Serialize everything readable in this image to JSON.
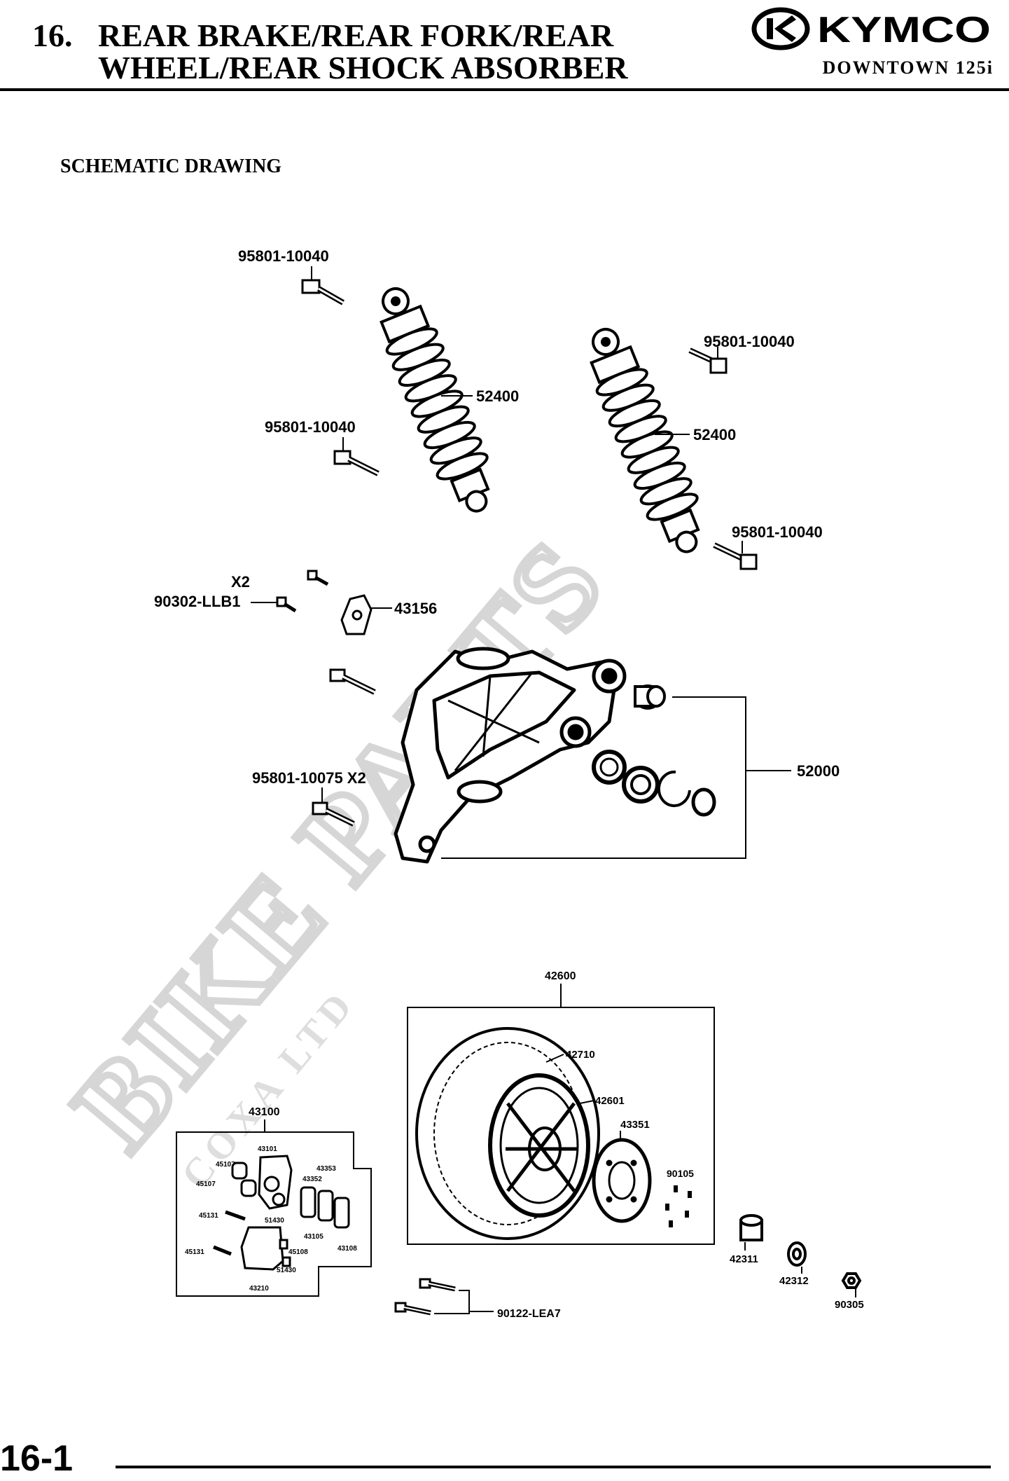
{
  "header": {
    "section_number": "16.",
    "title_line1": "REAR BRAKE/REAR FORK/REAR",
    "title_line2": "WHEEL/REAR SHOCK ABSORBER",
    "brand": "KYMCO",
    "model": "DOWNTOWN 125i"
  },
  "section_title": "SCHEMATIC DRAWING",
  "parts": {
    "bolt_top_left": "95801-10040",
    "shock_left": "52400",
    "bolt_mid_left": "95801-10040",
    "bolt_top_right": "95801-10040",
    "shock_right": "52400",
    "bolt_lower_right": "95801-10040",
    "bolt_qty_x2": "X2",
    "bolt_small": "90302-LLB1",
    "bracket": "43156",
    "fork_assembly": "52000",
    "bolt_fork": "95801-10075 X2",
    "wheel_assembly": "42600",
    "tire": "42710",
    "rim": "42601",
    "disc": "43351",
    "disc_bolts": "90105",
    "caliper_assembly": "43100",
    "caliper_body": "43101",
    "caliper_43353": "43353",
    "caliper_43352": "43352",
    "piston_1": "45107",
    "piston_2": "45107",
    "bleeder_1": "45131",
    "bleeder_2": "45131",
    "pin_1": "51430",
    "pin_2": "51430",
    "pad_43105": "43105",
    "pad_43108": "43108",
    "spring_45108": "45108",
    "bracket_43210": "43210",
    "collar": "42311",
    "washer": "42312",
    "nut": "90305",
    "axle_bolts": "90122-LEA7"
  },
  "watermark": "BIKE PARTS",
  "watermark_small": "COXA LTD",
  "footer": {
    "page_number": "16-1"
  }
}
